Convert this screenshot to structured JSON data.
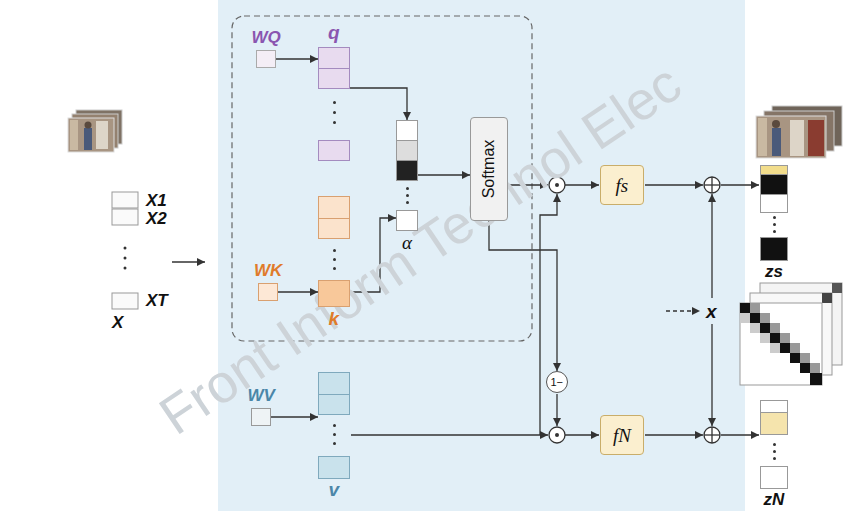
{
  "diagram": {
    "nodes": [
      {
        "text": [
          "X1",
          "X2",
          "XT",
          "X"
        ]
      },
      {
        "text": [
          "WQ"
        ]
      },
      {
        "text": [
          "q"
        ]
      },
      {
        "text": [
          "WK"
        ]
      },
      {
        "text": [
          "k"
        ]
      },
      {
        "text": [
          "α"
        ]
      },
      {
        "text": [
          "Softmax"
        ]
      },
      {
        "text": [
          "WV"
        ]
      },
      {
        "text": [
          "v"
        ]
      },
      {
        "text": [
          "1−"
        ]
      },
      {
        "text": [
          "fs"
        ]
      },
      {
        "text": [
          "fN"
        ]
      },
      {
        "text": [
          "zs"
        ]
      },
      {
        "text": [
          "zN"
        ]
      }
    ],
    "edges": [
      {
        "from": 1,
        "to": 2,
        "arrow": "to"
      },
      {
        "from": 3,
        "to": 4,
        "arrow": "to"
      },
      {
        "from": 2,
        "to": 5,
        "arrow": "to"
      },
      {
        "from": 4,
        "to": 5,
        "arrow": "to"
      },
      {
        "from": 5,
        "to": 6,
        "arrow": "to"
      },
      {
        "from": 7,
        "to": 8,
        "arrow": "to"
      },
      {
        "from": 6,
        "to": 9,
        "arrow": "to"
      }
    ],
    "labels": [
      "x",
      "Front Inform Technol Elec"
    ]
  }
}
